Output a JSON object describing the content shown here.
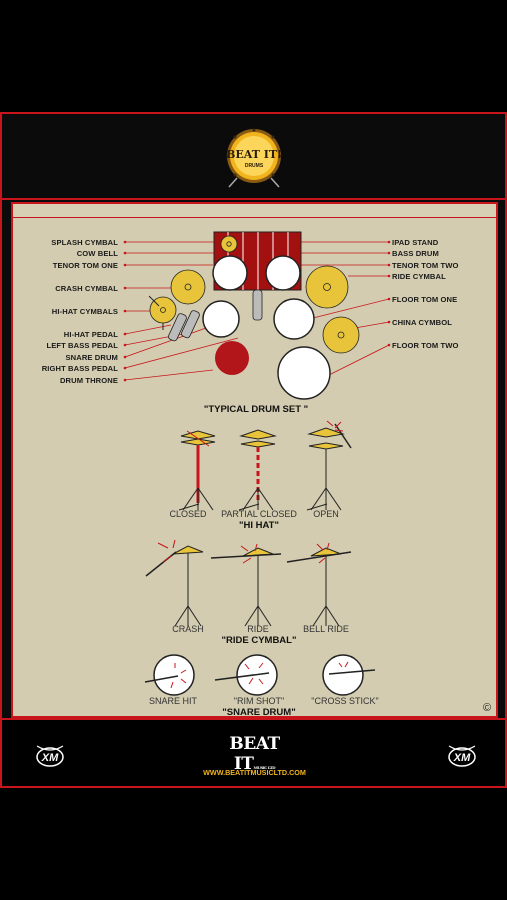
{
  "app": {
    "logo_text": "BEAT IT!",
    "logo_sub": "DRUMS"
  },
  "drum_set": {
    "left_labels": [
      "SPLASH CYMBAL",
      "COW BELL",
      "TENOR TOM ONE",
      "CRASH CYMBAL",
      "HI-HAT CYMBALS",
      "HI-HAT PEDAL",
      "LEFT BASS PEDAL",
      "SNARE DRUM",
      "RIGHT BASS PEDAL",
      "DRUM THRONE"
    ],
    "right_labels": [
      "IPAD STAND",
      "BASS DRUM",
      "TENOR TOM TWO",
      "RIDE CYMBAL",
      "FLOOR TOM ONE",
      "CHINA CYMBOL",
      "FLOOR TOM TWO"
    ],
    "title": "\"TYPICAL DRUM SET \""
  },
  "hi_hat": {
    "captions": [
      "CLOSED",
      "PARTIAL CLOSED",
      "OPEN"
    ],
    "title": "\"HI HAT\""
  },
  "ride_cymbal": {
    "captions": [
      "CRASH",
      "RIDE",
      "BELL RIDE"
    ],
    "title": "\"RIDE CYMBAL\""
  },
  "snare_drum": {
    "captions": [
      "SNARE HIT",
      "\"RIM SHOT\"",
      "\"CROSS STICK\""
    ],
    "title": "\"SNARE DRUM\""
  },
  "copyright": "©",
  "footer": {
    "brand": "BEAT IT",
    "brand_sub": "MUSIC LTD",
    "url": "WWW.BEATITMUSICLTD.COM",
    "left_logo": "XM",
    "right_logo": "XM"
  },
  "colors": {
    "accent": "#c8151b",
    "cymbal": "#e8c43a",
    "chart_bg": "#d3ccb0",
    "url": "#f0b41e"
  }
}
